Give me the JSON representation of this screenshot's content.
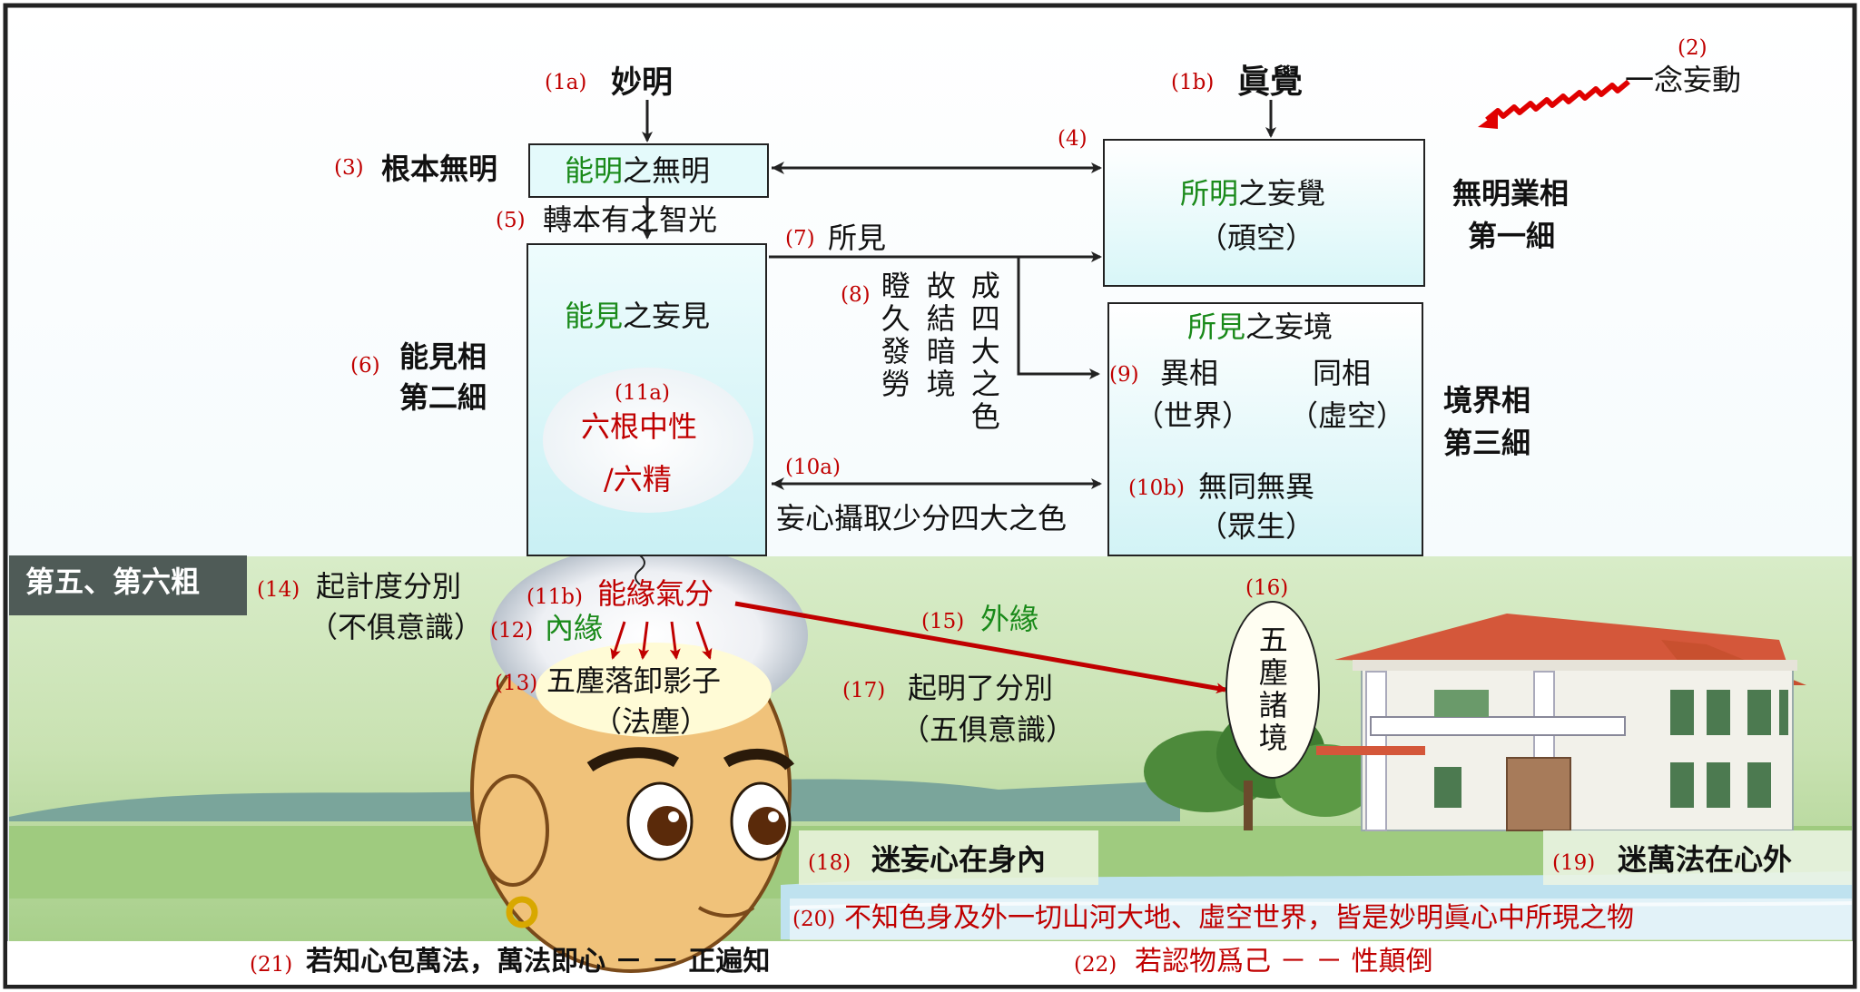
{
  "top": {
    "n1a": "(1a)",
    "miaoming": "妙明",
    "n1b": "(1b)",
    "zhenjue": "眞覺",
    "n2": "(2)",
    "yinian": "一念妄動",
    "n3": "(3)",
    "genben": "根本無明",
    "box1_a": "能明",
    "box1_b": "之無明",
    "n4": "(4)",
    "box2_a": "所明",
    "box2_b": "之妄覺",
    "box2_c": "（頑空）",
    "wuming1": "無明業相",
    "wuming2": "第一細",
    "n5": "(5)",
    "zhuan": "轉本有之智光",
    "n7": "(7)",
    "suojian": "所見",
    "box3_a": "能見",
    "box3_b": "之妄見",
    "n6": "(6)",
    "nengjian1": "能見相",
    "nengjian2": "第二細",
    "n8": "(8)",
    "col1": "成四大之色",
    "col2": "故結暗境",
    "col3": "瞪久發勞",
    "box4_a": "所見",
    "box4_b": "之妄境",
    "n9": "(9)",
    "yixiang": "異相",
    "shijie": "（世界）",
    "tongxiang": "同相",
    "xukong": "（虛空）",
    "n10b": "(10b)",
    "wutong": "無同無異",
    "zhongsheng": "（眾生）",
    "jingjie1": "境界相",
    "jingjie2": "第三細",
    "n10a": "(10a)",
    "wangxin": "妄心攝取少分四大之色",
    "n11a": "(11a)",
    "liugen": "六根中性",
    "liujing": "/六精"
  },
  "bottom": {
    "banner": "第五、第六粗",
    "n14": "(14)",
    "qiji": "起計度分別",
    "bujv": "（不俱意識）",
    "n11b": "(11b)",
    "nengyuan": "能緣氣分",
    "n12": "(12)",
    "neiyuan": "內緣",
    "n13": "(13)",
    "wuchen": "五塵落卸影子",
    "fachen": "（法塵）",
    "n15": "(15)",
    "waiyuan": "外緣",
    "n16": "(16)",
    "wuchen_v": "五塵諸境",
    "n17": "(17)",
    "qiming": "起明了分別",
    "wujv": "（五俱意識）",
    "n18": "(18)",
    "mi1": "迷妄心在身內",
    "n19": "(19)",
    "mi2": "迷萬法在心外",
    "n20": "(20)",
    "buzhi": "不知色身及外一切山河大地、虛空世界，皆是妙明眞心中所現之物",
    "n21": "(21)",
    "ruozhi": "若知心包萬法，萬法即心 － － 正遍知",
    "n22": "(22)",
    "ruoren": "若認物爲己 － － 性顛倒"
  },
  "colors": {
    "num": "#c00000",
    "green": "#1a8a1a",
    "box_fill": "#e0f8fa"
  }
}
